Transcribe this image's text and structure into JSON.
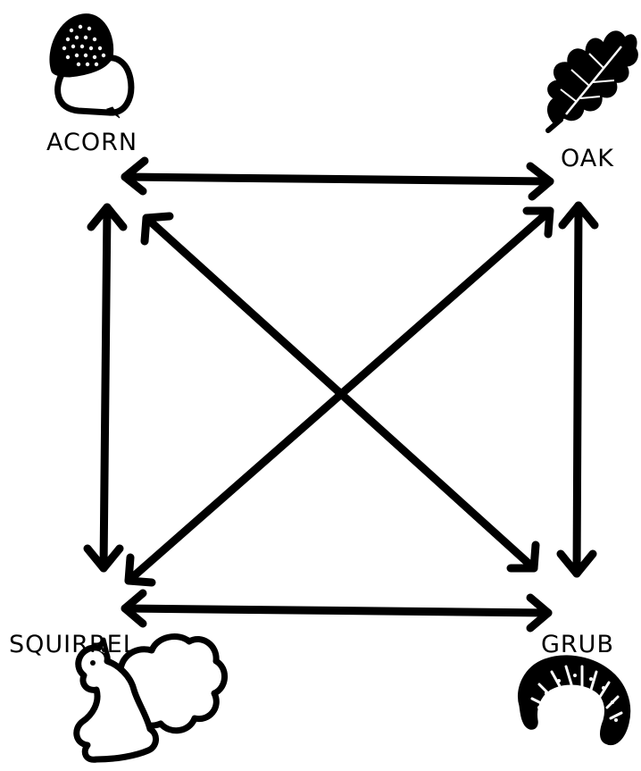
{
  "nodes": {
    "acorn": {
      "label": "ACORN",
      "icon": "acorn-icon"
    },
    "oak": {
      "label": "OAK",
      "icon": "oak-leaf-icon"
    },
    "squirrel": {
      "label": "SQUIRREL",
      "icon": "squirrel-icon"
    },
    "grub": {
      "label": "GRUB",
      "icon": "grub-icon"
    }
  },
  "edges": [
    {
      "from": "acorn",
      "to": "oak",
      "direction": "both"
    },
    {
      "from": "acorn",
      "to": "squirrel",
      "direction": "both"
    },
    {
      "from": "oak",
      "to": "grub",
      "direction": "both"
    },
    {
      "from": "squirrel",
      "to": "grub",
      "direction": "both"
    },
    {
      "from": "acorn",
      "to": "grub",
      "direction": "both"
    },
    {
      "from": "oak",
      "to": "squirrel",
      "direction": "both"
    }
  ],
  "colors": {
    "ink": "#000000",
    "background": "#ffffff"
  }
}
